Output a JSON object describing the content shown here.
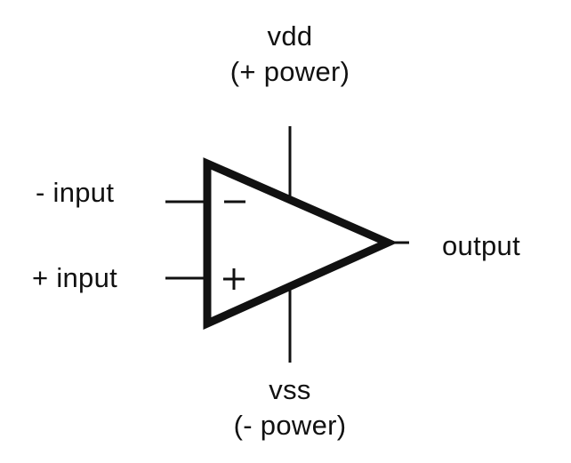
{
  "labels": {
    "vdd": "vdd",
    "vdd_desc": "(+ power)",
    "vss": "vss",
    "vss_desc": "(- power)",
    "neg_input": "- input",
    "pos_input": "+ input",
    "output": "output"
  },
  "symbols": {
    "minus": "minus-sign",
    "plus": "plus-sign"
  },
  "colors": {
    "stroke": "#111111",
    "background": "#ffffff"
  }
}
